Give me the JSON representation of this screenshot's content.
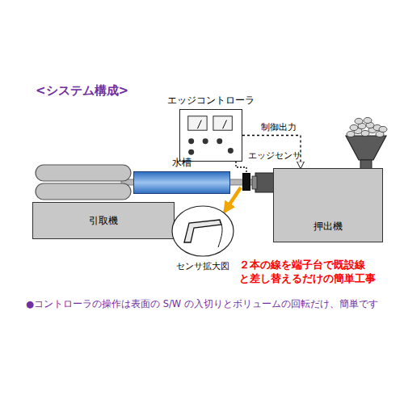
{
  "diagram": {
    "title": "<システム構成>",
    "nodes": [
      {
        "text": [
          "エッジコントローラ"
        ]
      },
      {
        "text": [
          "水槽"
        ]
      },
      {
        "text": [
          "エッジセンサ"
        ]
      },
      {
        "text": [
          "引取機"
        ]
      },
      {
        "text": [
          "押出機"
        ]
      },
      {
        "text": [
          "センサ拡大図"
        ]
      }
    ],
    "edges": [
      {
        "from": 0,
        "to": 4,
        "arrow": "to",
        "label": "制御出力"
      },
      {
        "from": 0,
        "to": 2,
        "arrow": "none"
      },
      {
        "from": 2,
        "to": 5,
        "arrow": "to"
      }
    ],
    "labels": [
      "２本の線を端子台で既設線 と差し替えるだけの簡単工事",
      "●コントローラの操作は表面の S/W の入切りとボリュームの回転だけ、簡単です"
    ]
  }
}
